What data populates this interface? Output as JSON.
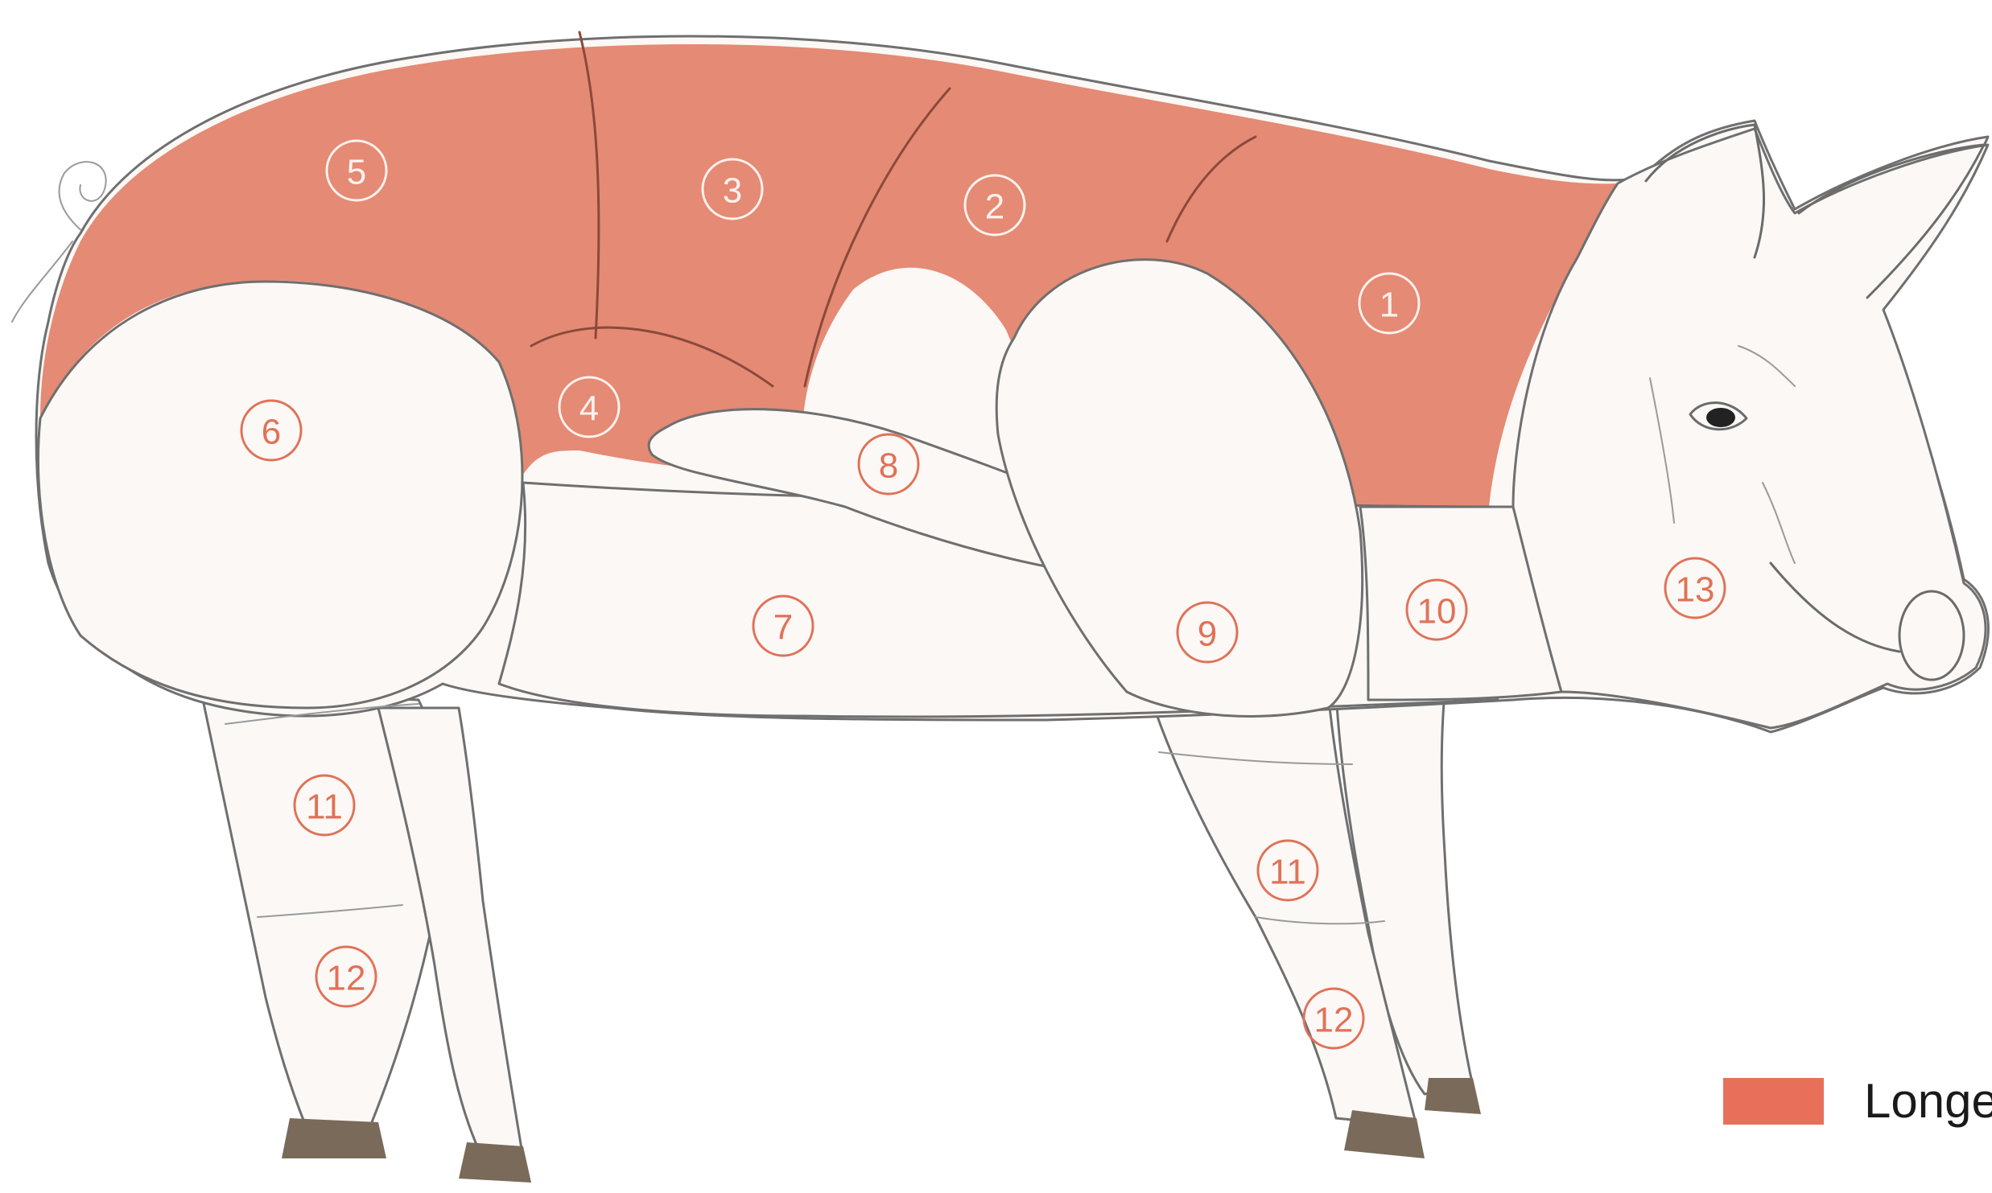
{
  "colors": {
    "highlight": "#e58a74",
    "number_stroke": "#e07257",
    "legend_swatch": "#e8705a",
    "body": "#fbf8f6"
  },
  "diagram": {
    "highlighted_regions": [
      "1",
      "2",
      "3",
      "4",
      "5"
    ],
    "region_labels": {
      "r1": "1",
      "r2": "2",
      "r3": "3",
      "r4": "4",
      "r5": "5",
      "r6": "6",
      "r7": "7",
      "r8": "8",
      "r9": "9",
      "r10": "10",
      "r11a": "11",
      "r11b": "11",
      "r12a": "12",
      "r12b": "12",
      "r13": "13"
    }
  },
  "legend": {
    "label": "Longe"
  }
}
